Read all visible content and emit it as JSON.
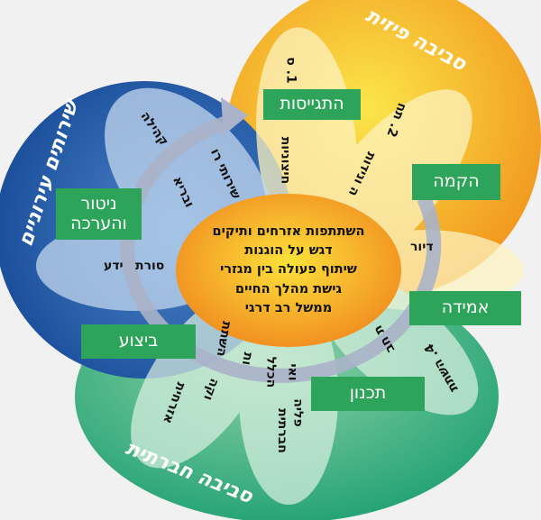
{
  "titles": {
    "physical": "סביבה פיזית",
    "services": "שירותים עירוניים",
    "social": "סביבה חברתית"
  },
  "stages": {
    "mobilization": "התגייסות",
    "establishment": "הקמה",
    "monitoring_line1": "ניטור",
    "monitoring_line2": "והערכה",
    "assessment": "אמידה",
    "execution": "ביצוע",
    "planning": "תכנון"
  },
  "center_lines": [
    "השתתפות אזרחים ותיקים",
    "דגש על הוגנות",
    "שיתוף פעולה בין מגזרי",
    "גישת מהלך החיים",
    "ממשל רב דרגי"
  ],
  "petals": {
    "p1a": "1. ס",
    "p1b": "חיצוניות",
    "p2a": "2. תח",
    "p2b": "ה ונידות",
    "p3": "דיור",
    "p4a": "4. השתת",
    "p4b": "ת חב",
    "p5a": "הכלל",
    "p5b": "חברתית",
    "p5c": "ואי",
    "p5d": "פליה",
    "p6a": "השתת",
    "p6b": "אזרחית",
    "p6c": "ות",
    "p6d": "וקה",
    "p7a": "שירותי רו",
    "p7b": "קהילה",
    "p7c": "ובריא",
    "p8a": "סורת",
    "p8b": "ידע"
  }
}
